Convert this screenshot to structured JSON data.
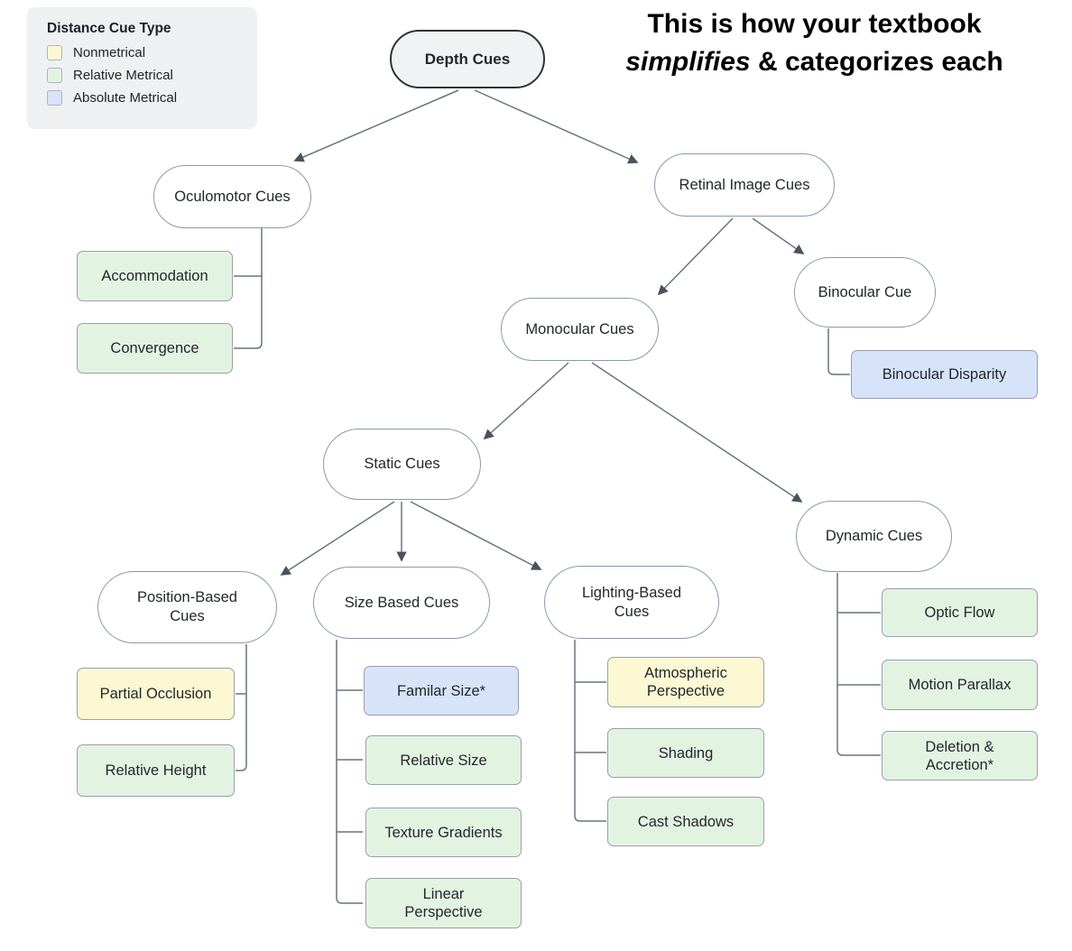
{
  "legend": {
    "title": "Distance Cue Type",
    "items": [
      {
        "label": "Nonmetrical",
        "color_key": "nonmetrical"
      },
      {
        "label": "Relative Metrical",
        "color_key": "relative_metrical"
      },
      {
        "label": "Absolute Metrical",
        "color_key": "absolute_metrical"
      }
    ]
  },
  "heading": {
    "line1": "This is how your textbook",
    "emphasis": "simplifies",
    "rest": " & categorizes each"
  },
  "colors": {
    "nonmetrical": "#fbf8d3",
    "relative_metrical": "#e3f3e2",
    "absolute_metrical": "#d6e3f9",
    "root_fill": "#f1f2f3",
    "node_border": "#8d99a7",
    "line": "#6a747e"
  },
  "nodes": {
    "depth_cues": {
      "label": "Depth Cues"
    },
    "oculomotor_cues": {
      "label": "Oculomotor Cues"
    },
    "retinal_image_cues": {
      "label": "Retinal Image Cues"
    },
    "accommodation": {
      "label": "Accommodation",
      "category": "Relative Metrical"
    },
    "convergence": {
      "label": "Convergence",
      "category": "Relative Metrical"
    },
    "monocular_cues": {
      "label": "Monocular Cues"
    },
    "binocular_cue": {
      "label": "Binocular Cue"
    },
    "binocular_disparity": {
      "label": "Binocular Disparity",
      "category": "Absolute Metrical"
    },
    "static_cues": {
      "label": "Static Cues"
    },
    "dynamic_cues": {
      "label": "Dynamic Cues"
    },
    "position_based_cues": {
      "label": "Position-Based Cues"
    },
    "size_based_cues": {
      "label": "Size Based Cues"
    },
    "lighting_based_cues": {
      "label": "Lighting-Based Cues"
    },
    "partial_occlusion": {
      "label": "Partial Occlusion",
      "category": "Nonmetrical"
    },
    "relative_height": {
      "label": "Relative Height",
      "category": "Relative Metrical"
    },
    "familar_size": {
      "label": "Familar Size*",
      "category": "Absolute Metrical"
    },
    "relative_size": {
      "label": "Relative Size",
      "category": "Relative Metrical"
    },
    "texture_gradients": {
      "label": "Texture Gradients",
      "category": "Relative Metrical"
    },
    "linear_perspective": {
      "label": "Linear Perspective",
      "category": "Relative Metrical"
    },
    "atmospheric_perspective": {
      "label": "Atmospheric Perspective",
      "category": "Nonmetrical"
    },
    "shading": {
      "label": "Shading",
      "category": "Relative Metrical"
    },
    "cast_shadows": {
      "label": "Cast Shadows",
      "category": "Relative Metrical"
    },
    "optic_flow": {
      "label": "Optic Flow",
      "category": "Relative Metrical"
    },
    "motion_parallax": {
      "label": "Motion Parallax",
      "category": "Relative Metrical"
    },
    "deletion_accretion": {
      "label": "Deletion & Accretion*",
      "category": "Relative Metrical"
    }
  },
  "hierarchy": {
    "Depth Cues": [
      "Oculomotor Cues",
      "Retinal Image Cues"
    ],
    "Oculomotor Cues": [
      "Accommodation",
      "Convergence"
    ],
    "Retinal Image Cues": [
      "Monocular Cues",
      "Binocular Cue"
    ],
    "Binocular Cue": [
      "Binocular Disparity"
    ],
    "Monocular Cues": [
      "Static Cues",
      "Dynamic Cues"
    ],
    "Static Cues": [
      "Position-Based Cues",
      "Size Based Cues",
      "Lighting-Based Cues"
    ],
    "Position-Based Cues": [
      "Partial Occlusion",
      "Relative Height"
    ],
    "Size Based Cues": [
      "Familar Size*",
      "Relative Size",
      "Texture Gradients",
      "Linear Perspective"
    ],
    "Lighting-Based Cues": [
      "Atmospheric Perspective",
      "Shading",
      "Cast Shadows"
    ],
    "Dynamic Cues": [
      "Optic Flow",
      "Motion Parallax",
      "Deletion & Accretion*"
    ]
  }
}
